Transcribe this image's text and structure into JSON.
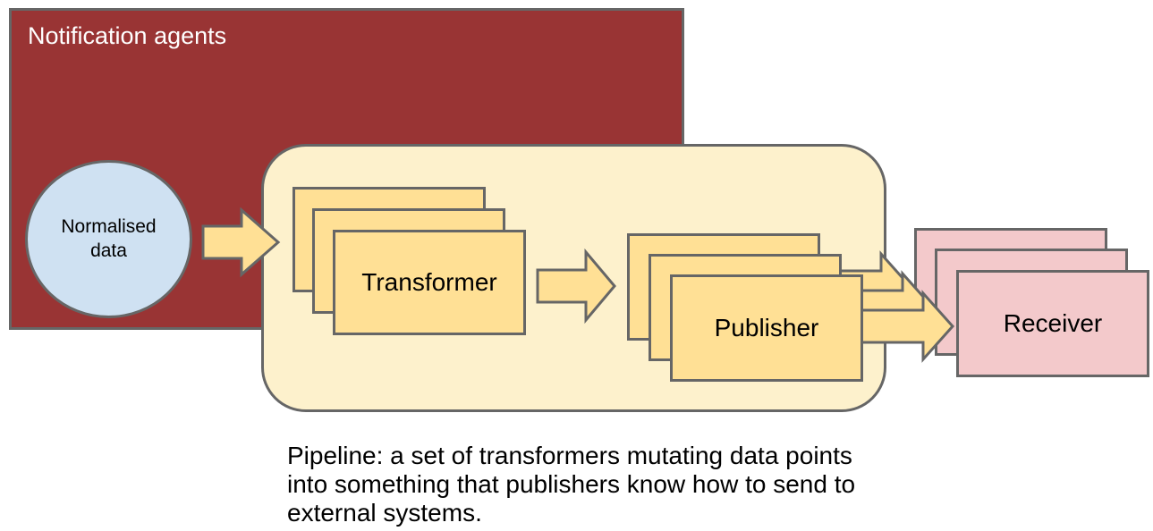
{
  "diagram": {
    "notification_box": {
      "title": "Notification agents"
    },
    "source_circle": {
      "label": "Normalised data"
    },
    "pipeline": {
      "transformer_stack": {
        "label": "Transformer",
        "count": 3
      },
      "publisher_stack": {
        "label": "Publisher",
        "count": 3
      }
    },
    "receiver_stack": {
      "label": "Receiver",
      "count": 3
    },
    "caption": "Pipeline: a set of transformers mutating data points into something that publishers know how to send to external systems."
  },
  "colors": {
    "container_red": "#993434",
    "pipeline_cream": "#fdf1cc",
    "card_yellow": "#ffe095",
    "receiver_pink": "#f3c9cb",
    "circle_blue": "#cfe1f2",
    "border_gray": "#666666",
    "title_white": "#ffffff",
    "text_black": "#000000",
    "canvas_white": "#ffffff"
  }
}
